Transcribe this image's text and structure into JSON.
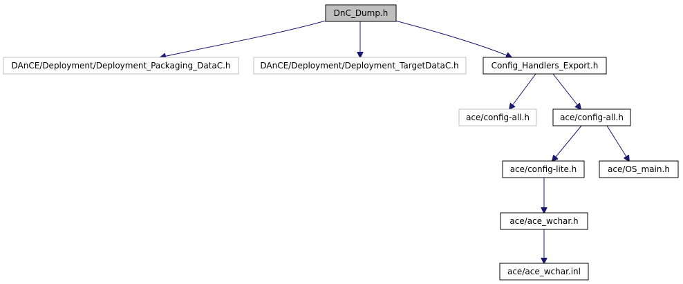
{
  "diagram": {
    "type": "include-dependency-graph",
    "nodes": [
      {
        "id": "dnc_dump",
        "label": "DnC_Dump.h",
        "style": "root"
      },
      {
        "id": "packaging",
        "label": "DAnCE/Deployment/Deployment_Packaging_DataC.h",
        "style": "missing"
      },
      {
        "id": "targetdata",
        "label": "DAnCE/Deployment/Deployment_TargetDataC.h",
        "style": "missing"
      },
      {
        "id": "config_handlers",
        "label": "Config_Handlers_Export.h",
        "style": "normal"
      },
      {
        "id": "config_all_missing",
        "label": "ace/config-all.h",
        "style": "missing"
      },
      {
        "id": "config_all",
        "label": "ace/config-all.h",
        "style": "normal"
      },
      {
        "id": "config_lite",
        "label": "ace/config-lite.h",
        "style": "normal"
      },
      {
        "id": "os_main",
        "label": "ace/OS_main.h",
        "style": "normal"
      },
      {
        "id": "ace_wchar_h",
        "label": "ace/ace_wchar.h",
        "style": "normal"
      },
      {
        "id": "ace_wchar_inl",
        "label": "ace/ace_wchar.inl",
        "style": "normal"
      }
    ],
    "edges": [
      {
        "from": "dnc_dump",
        "to": "packaging"
      },
      {
        "from": "dnc_dump",
        "to": "targetdata"
      },
      {
        "from": "dnc_dump",
        "to": "config_handlers"
      },
      {
        "from": "config_handlers",
        "to": "config_all_missing"
      },
      {
        "from": "config_handlers",
        "to": "config_all"
      },
      {
        "from": "config_all",
        "to": "config_lite"
      },
      {
        "from": "config_all",
        "to": "os_main"
      },
      {
        "from": "config_lite",
        "to": "ace_wchar_h"
      },
      {
        "from": "ace_wchar_h",
        "to": "ace_wchar_inl"
      }
    ],
    "colors": {
      "root_fill": "#bfbfbf",
      "normal_border": "#000000",
      "missing_border": "#bfbfbf",
      "edge": "#191970",
      "background": "#ffffff"
    }
  }
}
